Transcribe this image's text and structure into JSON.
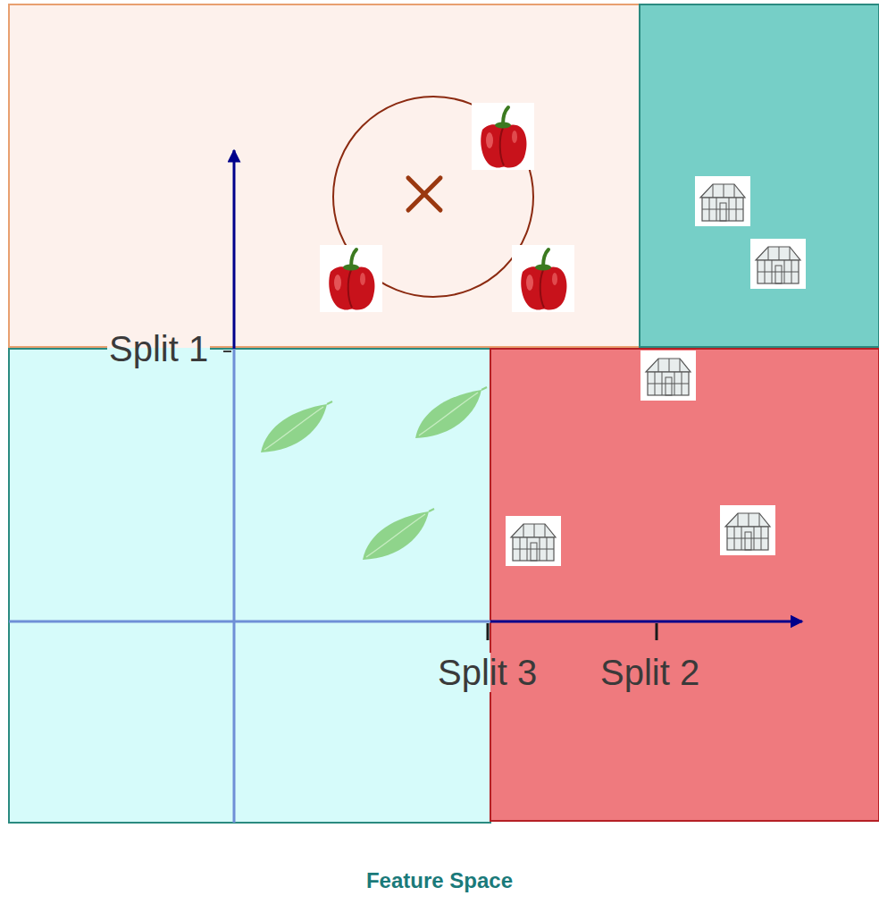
{
  "diagram": {
    "caption": "Feature Space",
    "labels": [
      "Split 1",
      "Split 3",
      "Split 2"
    ]
  }
}
